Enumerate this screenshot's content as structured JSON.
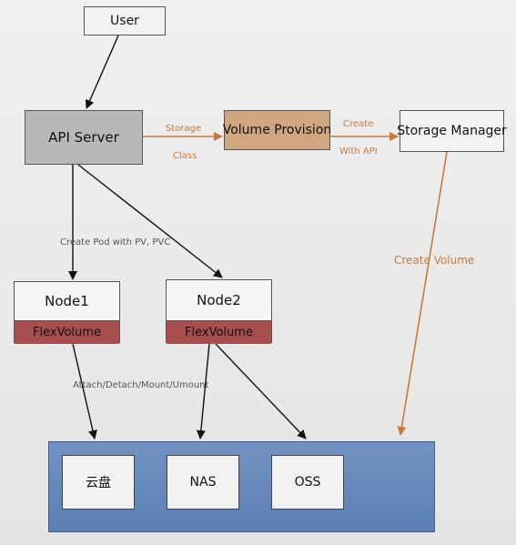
{
  "boxes": {
    "user": "User",
    "api_server": "API Server",
    "volume_provision": "Volume Provision",
    "storage_manager": "Storage Manager"
  },
  "nodes": [
    {
      "title": "Node1",
      "plugin": "FlexVolume"
    },
    {
      "title": "Node2",
      "plugin": "FlexVolume"
    }
  ],
  "edge_labels": {
    "storage_class_1": "Storage",
    "storage_class_2": "Class",
    "create_api_1": "Create",
    "create_api_2": "With API",
    "create_pod": "Create Pod with PV, PVC",
    "create_volume": "Create Volume",
    "attach_ops": "Attach/Detach/Mount/Umount"
  },
  "storage_backends": [
    "云盘",
    "NAS",
    "OSS"
  ],
  "colors": {
    "api_server_fill": "#b8b8b8",
    "volume_provision_fill": "#cfa680",
    "flexvolume_fill": "#a84e4e",
    "orange_arrow": "#c8793d",
    "storage_panel": "#6487bb"
  }
}
